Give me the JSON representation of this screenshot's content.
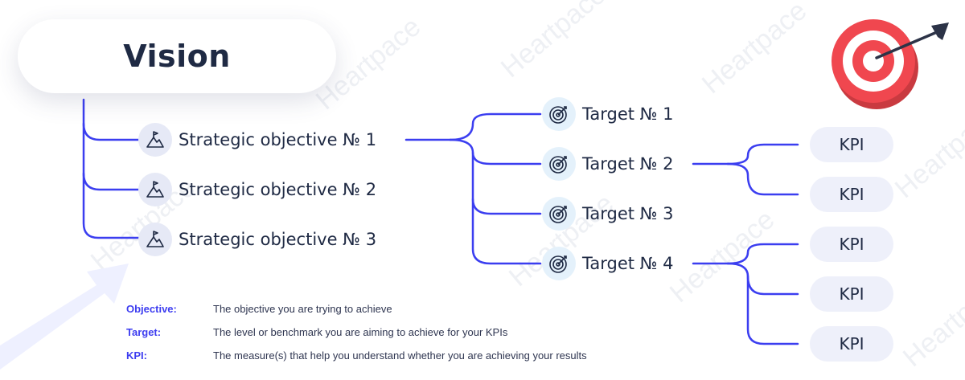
{
  "vision": {
    "label": "Vision"
  },
  "objectives": [
    {
      "label": "Strategic objective № 1",
      "icon": "mountain-flag-icon"
    },
    {
      "label": "Strategic objective № 2",
      "icon": "mountain-flag-icon"
    },
    {
      "label": "Strategic objective № 3",
      "icon": "mountain-flag-icon"
    }
  ],
  "targets": [
    {
      "label": "Target № 1",
      "icon": "dartboard-icon"
    },
    {
      "label": "Target № 2",
      "icon": "dartboard-icon"
    },
    {
      "label": "Target № 3",
      "icon": "dartboard-icon"
    },
    {
      "label": "Target № 4",
      "icon": "dartboard-icon"
    }
  ],
  "kpis": [
    {
      "label": "KPI"
    },
    {
      "label": "KPI"
    },
    {
      "label": "KPI"
    },
    {
      "label": "KPI"
    },
    {
      "label": "KPI"
    }
  ],
  "legend": [
    {
      "term": "Objective:",
      "definition": "The objective you are trying to achieve"
    },
    {
      "term": "Target:",
      "definition": "The level or benchmark you are aiming to achieve for your KPIs"
    },
    {
      "term": "KPI:",
      "definition": "The measure(s) that help you understand whether you are achieving your results"
    }
  ],
  "watermark": "Heartpace",
  "colors": {
    "connector": "#3b3ef0",
    "text": "#1f2a44",
    "legend_term": "#3d3df0",
    "kpi_bg": "#eef0fa",
    "target_red": "#f0474f",
    "arrow_bg": "#eef0ff"
  },
  "icons": [
    "target-with-arrow-icon",
    "decorative-arrow-icon"
  ]
}
